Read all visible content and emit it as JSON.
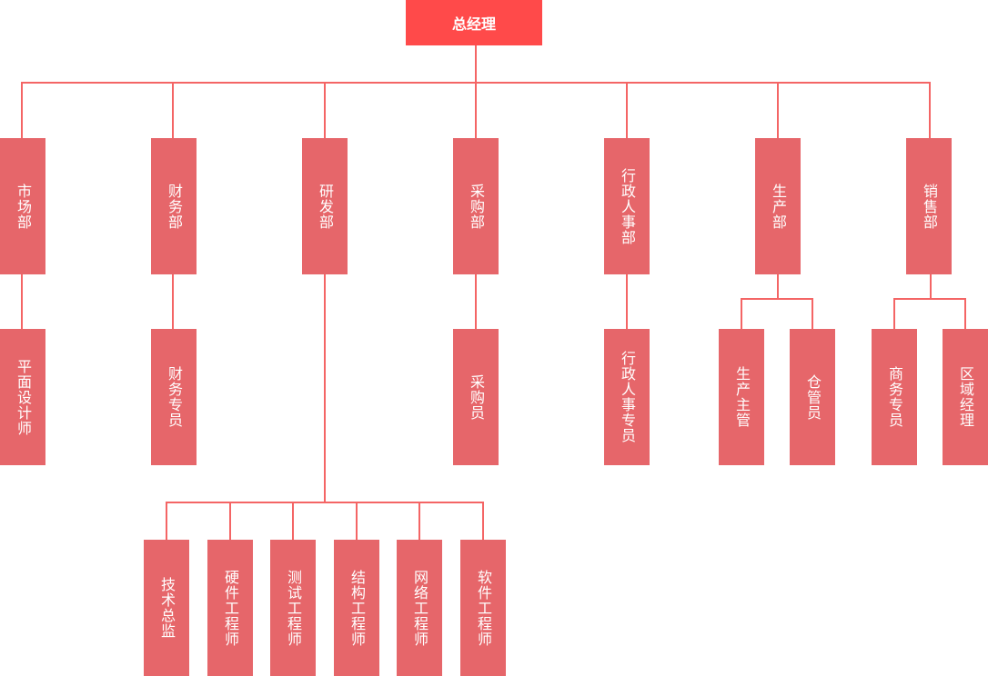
{
  "colors": {
    "root": "#ff4a4a",
    "node": "#e6666a",
    "connector": "#f46565",
    "text": "#ffffff"
  },
  "root": {
    "label": "总经理"
  },
  "departments": [
    {
      "label": "市场部",
      "children": [
        "平面设计师"
      ]
    },
    {
      "label": "财务部",
      "children": [
        "财务专员"
      ]
    },
    {
      "label": "研发部",
      "children": [
        "技术总监",
        "硬件工程师",
        "测试工程师",
        "结构工程师",
        "网络工程师",
        "软件工程师"
      ]
    },
    {
      "label": "采购部",
      "children": [
        "采购员"
      ]
    },
    {
      "label": "行政人事部",
      "children": [
        "行政人事专员"
      ]
    },
    {
      "label": "生产部",
      "children": [
        "生产主管",
        "仓管员"
      ]
    },
    {
      "label": "销售部",
      "children": [
        "商务专员",
        "区域经理"
      ]
    }
  ]
}
